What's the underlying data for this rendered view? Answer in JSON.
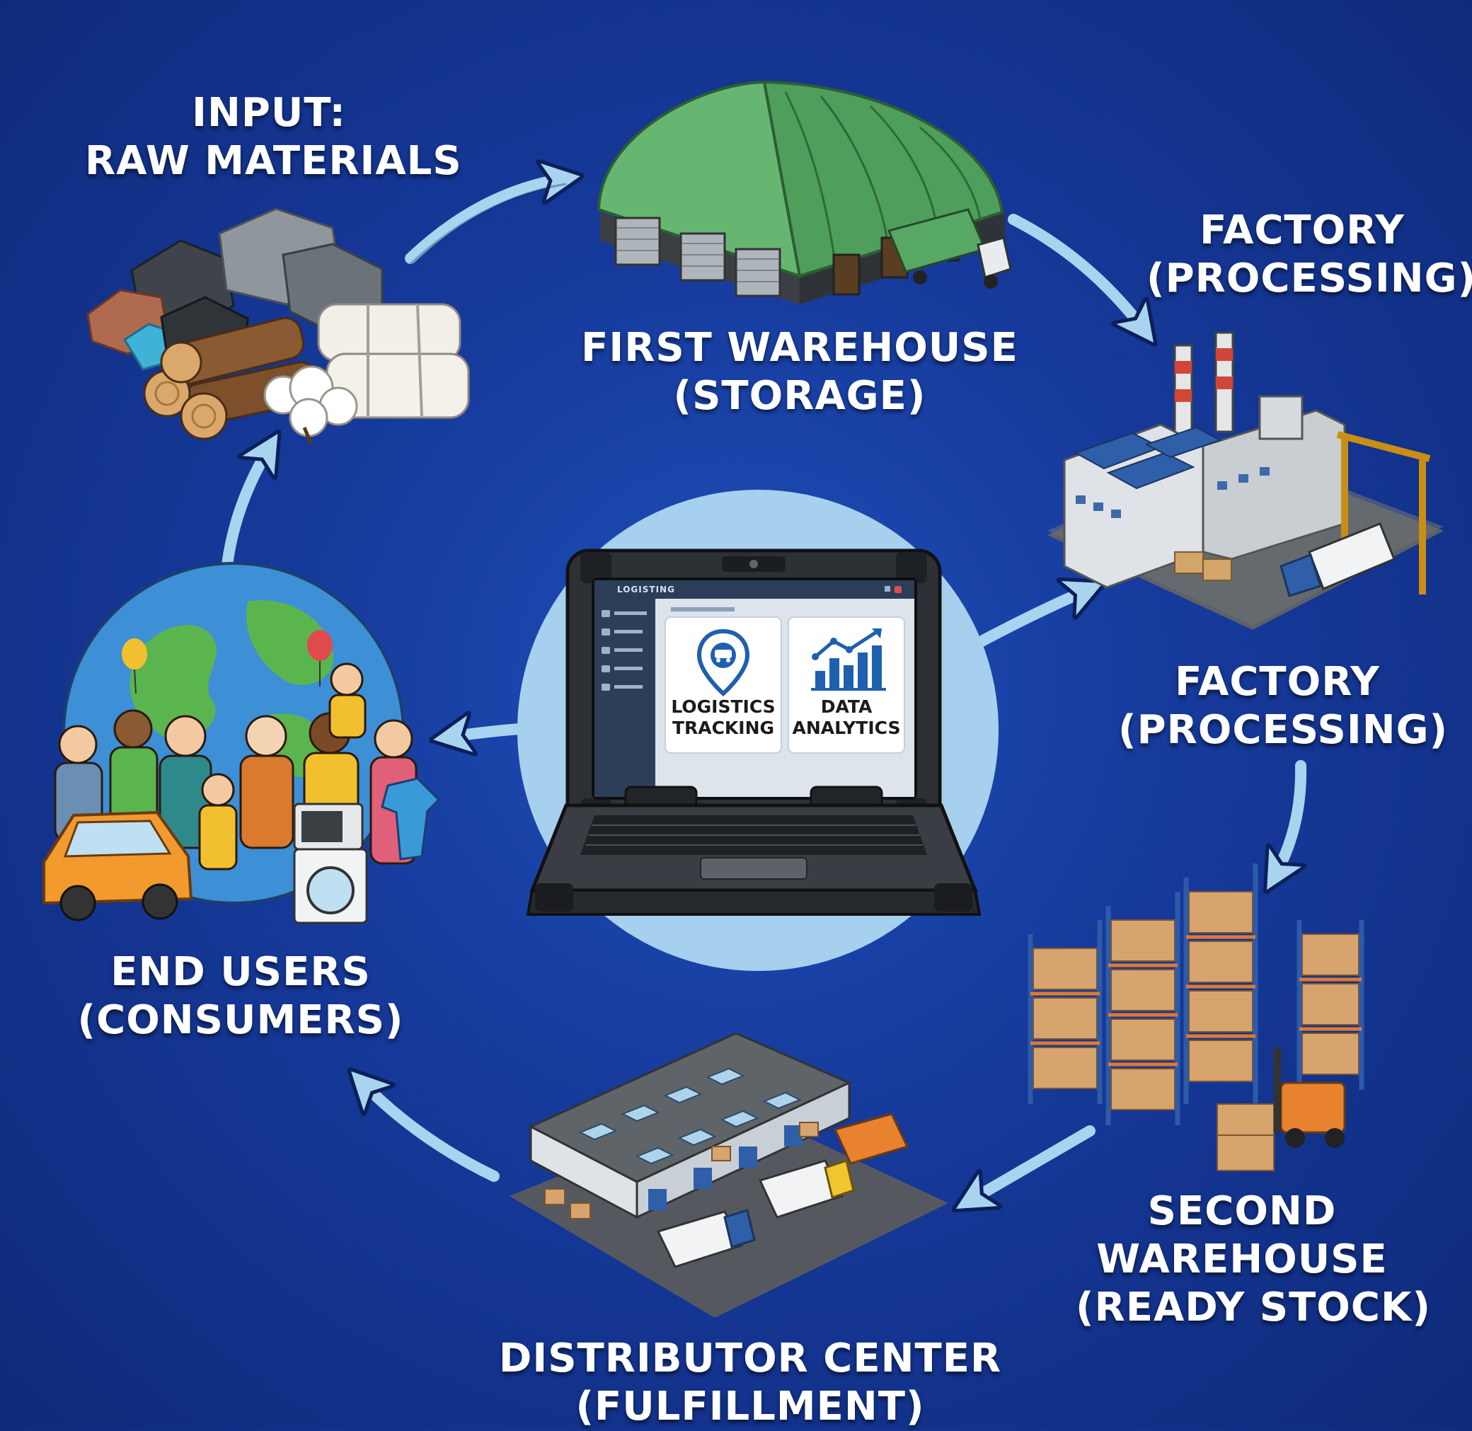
{
  "colors": {
    "background": "#16399a",
    "arrow": "#a9d4f0",
    "center_circle": "#a7d0ee",
    "warehouse_green": "#5fae6a",
    "label_text": "#ffffff"
  },
  "nodes": {
    "raw_materials": {
      "line1": "INPUT:",
      "line2": "RAW MATERIALS"
    },
    "first_warehouse": {
      "line1": "FIRST WAREHOUSE",
      "line2": "(STORAGE)"
    },
    "factory_top": {
      "line1": "FACTORY",
      "line2": "(PROCESSING)"
    },
    "factory": {
      "line1": "FACTORY",
      "line2": "(PROCESSING)"
    },
    "second_warehouse": {
      "line1": "SECOND",
      "line2": "WAREHOUSE",
      "line3": "(READY STOCK)"
    },
    "distributor": {
      "line1": "DISTRIBUTOR CENTER",
      "line2": "(FULFILLMENT)"
    },
    "end_users": {
      "line1": "END USERS",
      "line2": "(CONSUMERS)"
    }
  },
  "laptop": {
    "app_title": "LOGISTING",
    "cards": [
      {
        "line1": "LOGISTICS",
        "line2": "TRACKING",
        "icon": "location-pin-truck-icon"
      },
      {
        "line1": "DATA",
        "line2": "ANALYTICS",
        "icon": "bar-chart-icon"
      }
    ]
  }
}
